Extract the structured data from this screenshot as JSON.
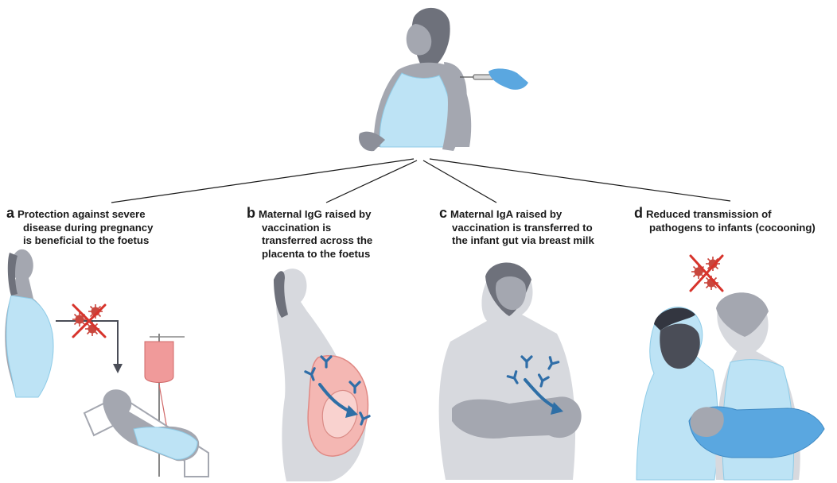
{
  "panels": [
    {
      "letter": "a",
      "lines": [
        "Protection against severe",
        "disease during pregnancy",
        "is beneficial to the foetus"
      ]
    },
    {
      "letter": "b",
      "lines": [
        "Maternal IgG raised by",
        "vaccination is",
        "transferred across the",
        "placenta to the foetus"
      ]
    },
    {
      "letter": "c",
      "lines": [
        "Maternal IgA raised by",
        "vaccination is transferred to",
        "the infant gut via breast milk"
      ]
    },
    {
      "letter": "d",
      "lines": [
        "Reduced transmission of",
        "pathogens to infants (cocooning)"
      ]
    }
  ],
  "colors": {
    "skin": "#a4a7b0",
    "skin_dark": "#8c8f99",
    "hair": "#6e717b",
    "dress": "#bde3f5",
    "dress_stroke": "#8ecbe7",
    "glove": "#5aa7e0",
    "antibody": "#2f6ea8",
    "arrow": "#2e6fa6",
    "virus": "#c9463d",
    "cross": "#d7332b",
    "iv_bag": "#f09a9a",
    "uterus": "#f4b7b3",
    "line": "#1a1a1a"
  },
  "icons": [
    "syringe-icon",
    "virus-icon",
    "antibody-icon",
    "cross-out-icon",
    "iv-drip-icon",
    "arrow-icon"
  ]
}
